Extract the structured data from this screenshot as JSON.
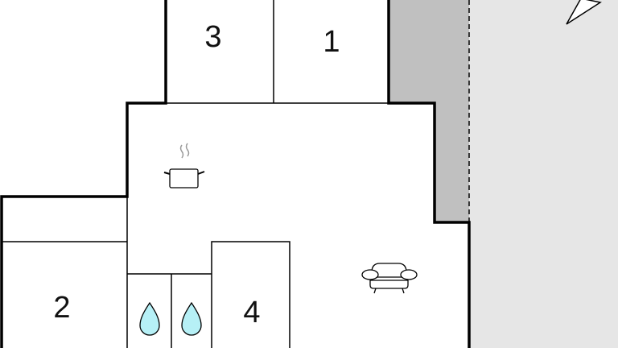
{
  "title": "Floor plan",
  "rooms": [
    {
      "id": "room-3",
      "label": "3"
    },
    {
      "id": "room-1",
      "label": "1"
    },
    {
      "id": "room-2",
      "label": "2"
    },
    {
      "id": "room-4",
      "label": "4"
    }
  ],
  "icons": [
    "cooking-pot-icon",
    "armchair-icon",
    "water-drop-icon",
    "water-drop-icon",
    "north-arrow-icon"
  ],
  "colors": {
    "terrace": "#c0c0c0",
    "outside": "#e6e6e6",
    "water": "#b6f0f6",
    "wall": "#000000"
  }
}
